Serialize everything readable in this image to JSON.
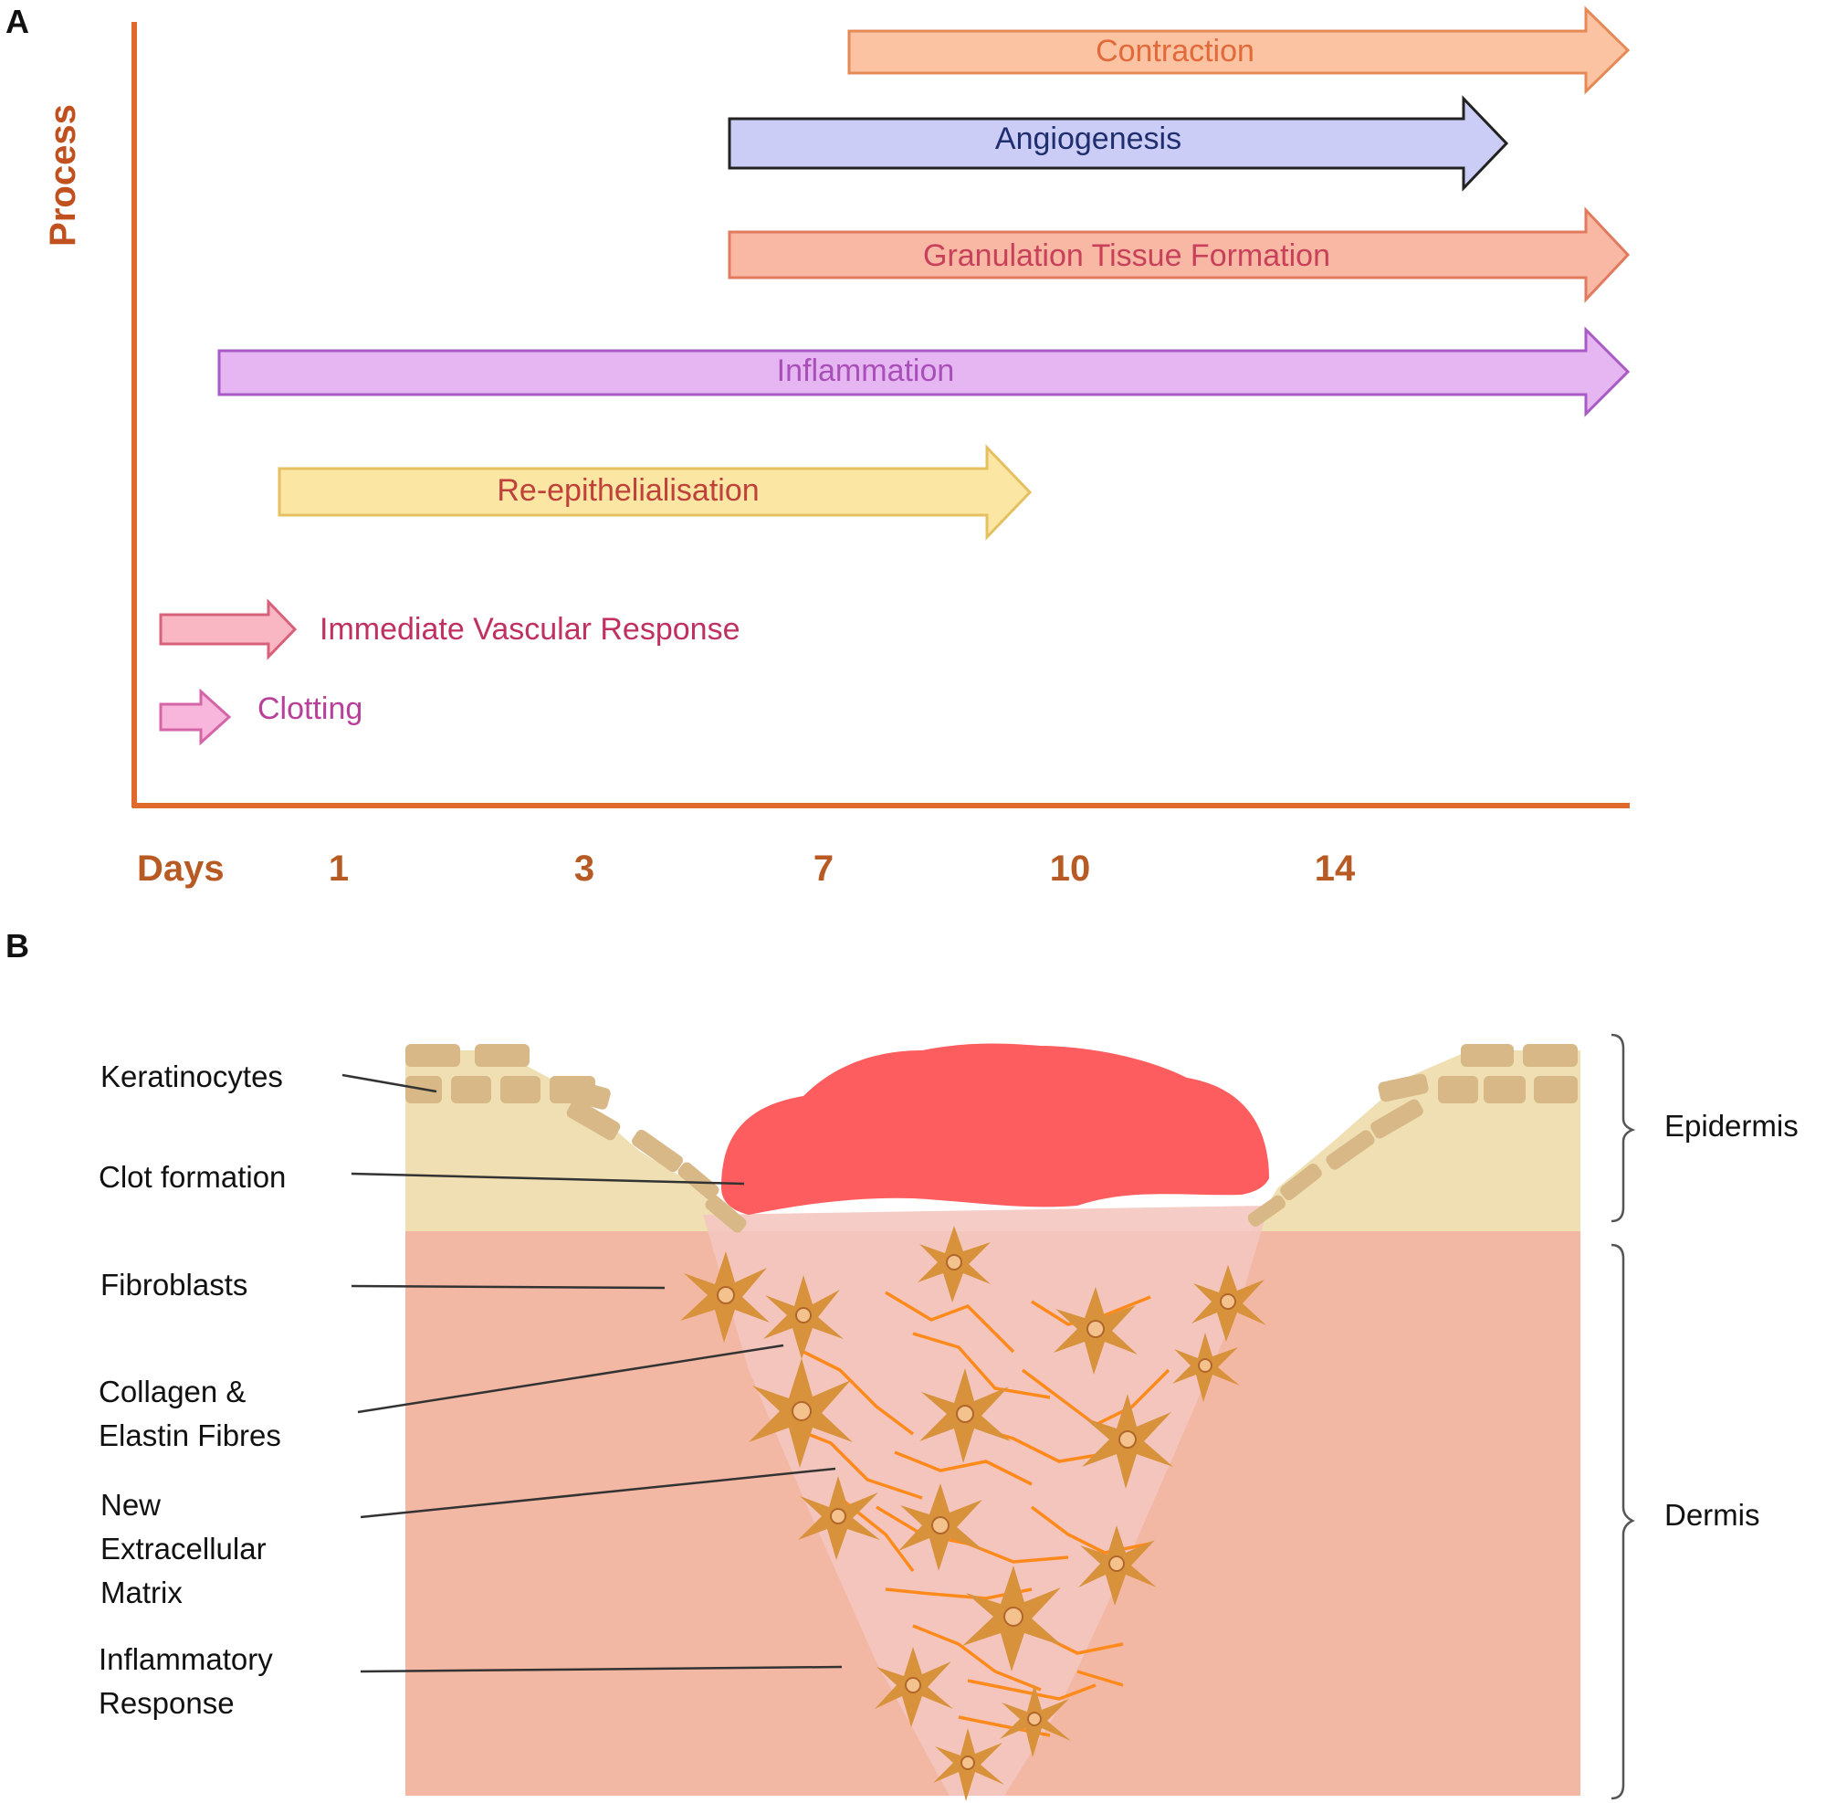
{
  "panel_a": {
    "label": "A",
    "y_axis_label": "Process",
    "x_axis_label": "Days",
    "ticks": [
      "1",
      "3",
      "7",
      "10",
      "14"
    ],
    "processes": [
      {
        "name": "Contraction",
        "fill": "#fbc3a1",
        "stroke": "#e58a57",
        "text_color": "#e2693a"
      },
      {
        "name": "Angiogenesis",
        "fill": "#cbcdf7",
        "stroke": "#222222",
        "text_color": "#1f2e6e"
      },
      {
        "name": "Granulation Tissue Formation",
        "fill": "#f8b8a4",
        "stroke": "#e17a5e",
        "text_color": "#c8405a"
      },
      {
        "name": "Inflammation",
        "fill": "#e6b6f3",
        "stroke": "#a85bc4",
        "text_color": "#a94fb8"
      },
      {
        "name": "Re-epithelialisation",
        "fill": "#fbe6a4",
        "stroke": "#e5c060",
        "text_color": "#c0403a"
      },
      {
        "name": "Immediate  Vascular Response",
        "fill": "#f9b7c4",
        "stroke": "#d8607a",
        "text_color": "#c03060"
      },
      {
        "name": "Clotting",
        "fill": "#f8b6dc",
        "stroke": "#d466a8",
        "text_color": "#b8409a"
      }
    ],
    "axis_color": "#e06a2c"
  },
  "panel_b": {
    "label": "B",
    "left_labels": [
      {
        "lines": [
          "Keratinocytes"
        ]
      },
      {
        "lines": [
          "Clot formation"
        ]
      },
      {
        "lines": [
          "Fibroblasts"
        ]
      },
      {
        "lines": [
          "Collagen &",
          "Elastin Fibres"
        ]
      },
      {
        "lines": [
          "New",
          "Extracellular",
          "Matrix"
        ]
      },
      {
        "lines": [
          "Inflammatory",
          "Response"
        ]
      }
    ],
    "right_labels": [
      "Epidermis",
      "Dermis"
    ],
    "colors": {
      "dermis": "#f2b8a4",
      "epidermis": "#efdfb2",
      "keratinocyte": "#d7b886",
      "clot": "#fd5d5e",
      "fibroblast": "#d8923c",
      "fibre": "#ff8a1c",
      "matrix": "#f4c6c0"
    }
  }
}
